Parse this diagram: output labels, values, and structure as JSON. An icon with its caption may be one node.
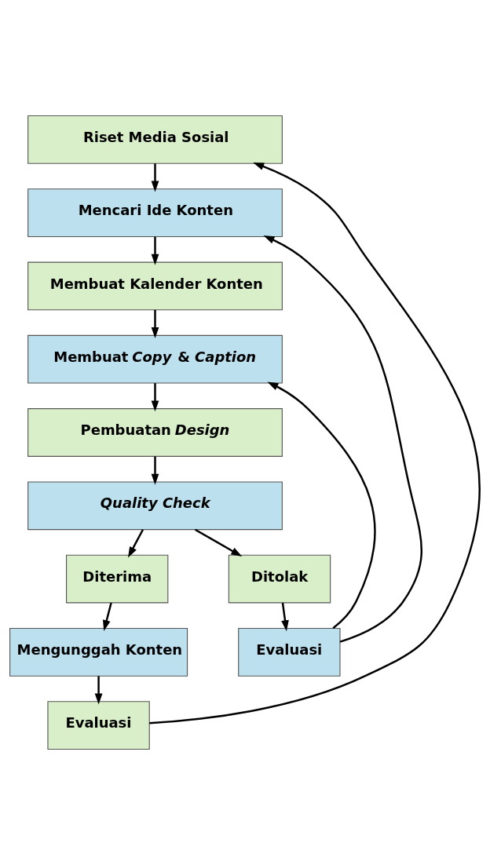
{
  "diagram": {
    "nodes": [
      {
        "text": [
          "Riset Media Sosial"
        ]
      },
      {
        "text": [
          "Mencari Ide Konten"
        ]
      },
      {
        "text": [
          "Membuat Kalender Konten"
        ]
      },
      {
        "text": [
          "Membuat *Copy* & *Caption*"
        ]
      },
      {
        "text": [
          "Pembuatan *Design*"
        ]
      },
      {
        "text": [
          "Quality Check"
        ]
      },
      {
        "text": [
          "Diterima"
        ]
      },
      {
        "text": [
          "Ditolak"
        ]
      },
      {
        "text": [
          "Mengunggah Konten"
        ]
      },
      {
        "text": [
          "Evaluasi"
        ]
      },
      {
        "text": [
          "Evaluasi"
        ]
      }
    ],
    "edges": [
      {
        "from": 0,
        "to": 1,
        "arrow": "to"
      },
      {
        "from": 1,
        "to": 2,
        "arrow": "to"
      },
      {
        "from": 2,
        "to": 3,
        "arrow": "to"
      },
      {
        "from": 3,
        "to": 4,
        "arrow": "to"
      },
      {
        "from": 4,
        "to": 5,
        "arrow": "to"
      },
      {
        "from": 5,
        "to": 6,
        "arrow": "to"
      },
      {
        "from": 5,
        "to": 7,
        "arrow": "to"
      },
      {
        "from": 6,
        "to": 8,
        "arrow": "to"
      },
      {
        "from": 7,
        "to": 9,
        "arrow": "to"
      },
      {
        "from": 8,
        "to": 10,
        "arrow": "to"
      },
      {
        "from": 10,
        "to": 0,
        "arrow": "to"
      },
      {
        "from": 9,
        "to": 1,
        "arrow": "to"
      },
      {
        "from": 9,
        "to": 3,
        "arrow": "to"
      }
    ]
  }
}
